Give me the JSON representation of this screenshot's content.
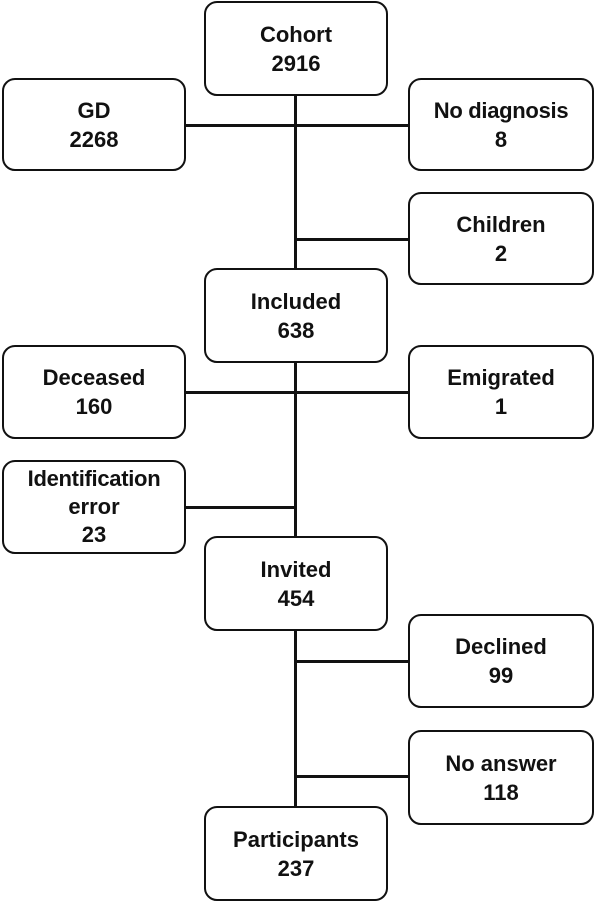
{
  "boxes": {
    "cohort": {
      "label": "Cohort",
      "count": "2916"
    },
    "gd": {
      "label": "GD",
      "count": "2268"
    },
    "no_diagnosis": {
      "label": "No diagnosis",
      "count": "8"
    },
    "children": {
      "label": "Children",
      "count": "2"
    },
    "included": {
      "label": "Included",
      "count": "638"
    },
    "deceased": {
      "label": "Deceased",
      "count": "160"
    },
    "emigrated": {
      "label": "Emigrated",
      "count": "1"
    },
    "identification_error": {
      "label_line1": "Identification",
      "label_line2": "error",
      "count": "23"
    },
    "invited": {
      "label": "Invited",
      "count": "454"
    },
    "declined": {
      "label": "Declined",
      "count": "99"
    },
    "no_answer": {
      "label": "No answer",
      "count": "118"
    },
    "participants": {
      "label": "Participants",
      "count": "237"
    }
  },
  "colors": {
    "stroke": "#111111",
    "background": "#ffffff",
    "text": "#111111"
  }
}
